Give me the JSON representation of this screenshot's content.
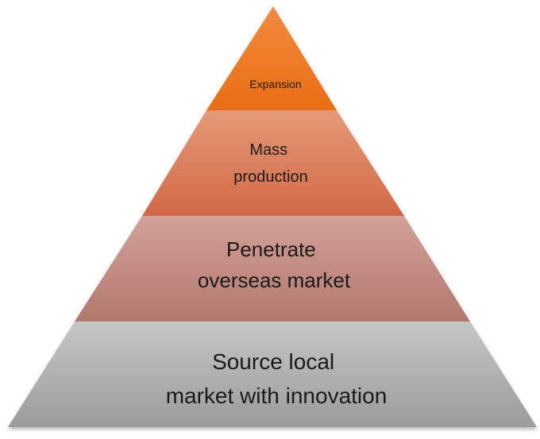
{
  "tiers": [
    {
      "lines": [
        "Expansion"
      ],
      "color_top": "#f28a3e",
      "color_bottom": "#e96e12"
    },
    {
      "lines": [
        "Mass",
        "production"
      ],
      "color_top": "#e49a78",
      "color_bottom": "#d26844"
    },
    {
      "lines": [
        "Penetrate",
        "overseas market"
      ],
      "color_top": "#d3a198",
      "color_bottom": "#b1786d"
    },
    {
      "lines": [
        "Source local",
        "market with innovation"
      ],
      "color_top": "#c6c6c6",
      "color_bottom": "#9b9b9b"
    }
  ]
}
